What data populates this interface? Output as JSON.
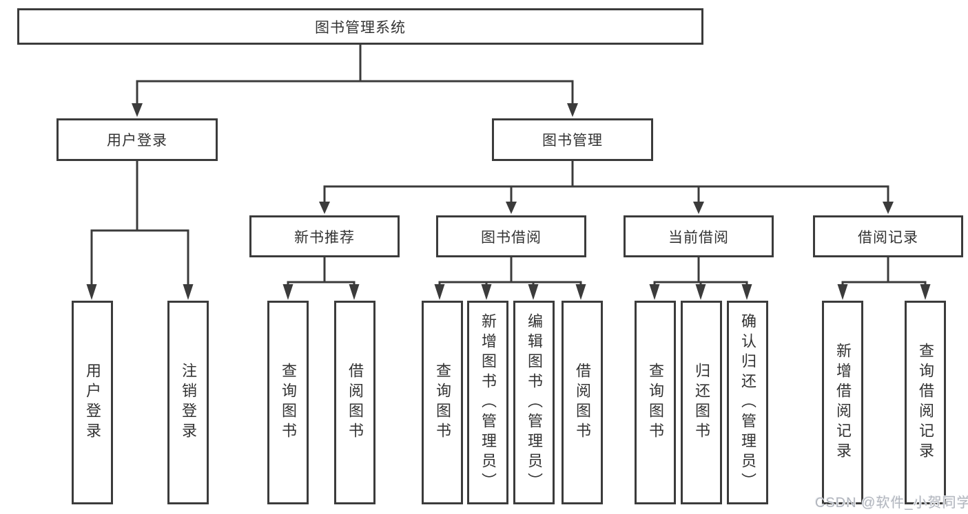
{
  "tree": {
    "root": {
      "label": "图书管理系统",
      "children": [
        {
          "label": "用户登录",
          "children": [
            {
              "label": "用户登录"
            },
            {
              "label": "注销登录"
            }
          ]
        },
        {
          "label": "图书管理",
          "children": [
            {
              "label": "新书推荐",
              "children": [
                {
                  "label": "查询图书"
                },
                {
                  "label": "借阅图书"
                }
              ]
            },
            {
              "label": "图书借阅",
              "children": [
                {
                  "label": "查询图书"
                },
                {
                  "label": "新增图书（管理员）"
                },
                {
                  "label": "编辑图书（管理员）"
                },
                {
                  "label": "借阅图书"
                }
              ]
            },
            {
              "label": "当前借阅",
              "children": [
                {
                  "label": "查询图书"
                },
                {
                  "label": "归还图书"
                },
                {
                  "label": "确认归还（管理员）"
                }
              ]
            },
            {
              "label": "借阅记录",
              "children": [
                {
                  "label": "新增借阅记录"
                },
                {
                  "label": "查询借阅记录"
                }
              ]
            }
          ]
        }
      ]
    }
  },
  "watermark": {
    "text": "CSDN @软件_小贺同学"
  },
  "colors": {
    "line": "#3b3b3b",
    "box_border": "#3b3b3b",
    "text": "#333333",
    "background": "#ffffff",
    "watermark": "#b2b6be"
  }
}
